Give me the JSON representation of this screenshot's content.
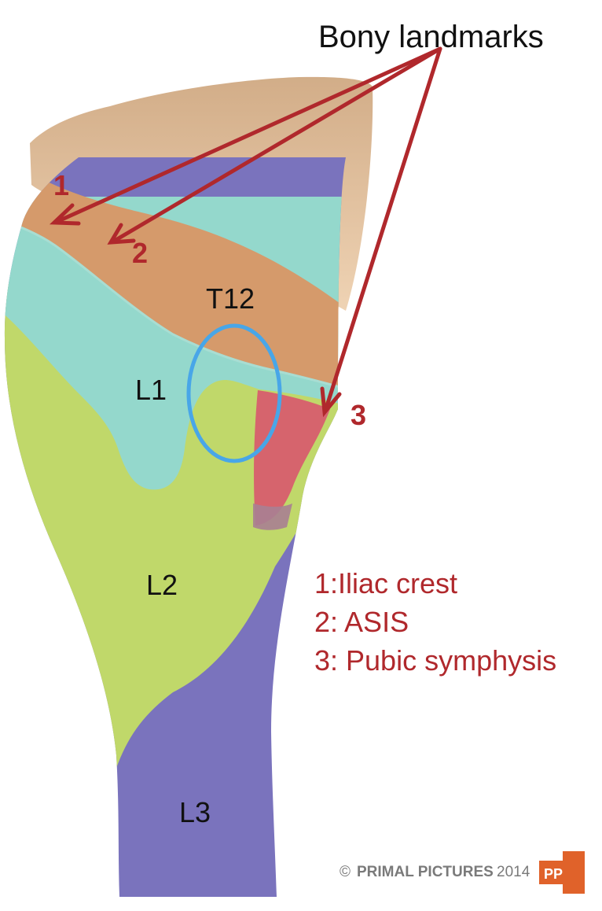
{
  "title": "Bony landmarks",
  "dermatomes": {
    "t12": "T12",
    "l1": "L1",
    "l2": "L2",
    "l3": "L3"
  },
  "markers": {
    "m1": "1",
    "m2": "2",
    "m3": "3"
  },
  "legend": [
    "1:Iliac crest",
    "2: ASIS",
    "3: Pubic symphysis"
  ],
  "copyright": {
    "symbol": "©",
    "brand": "PRIMAL PICTURES",
    "year": "2014",
    "logo_text": "PP"
  },
  "colors": {
    "skin_top": "#e8c7a3",
    "t12_band": "#d59a6b",
    "l1_region": "#94d8cc",
    "l2_region": "#c0d86a",
    "l3_region": "#7a73bd",
    "pink_region": "#d6646d",
    "arrow_red": "#b0282c",
    "circle_blue": "#48a6e8",
    "logo_orange": "#e0622a"
  }
}
